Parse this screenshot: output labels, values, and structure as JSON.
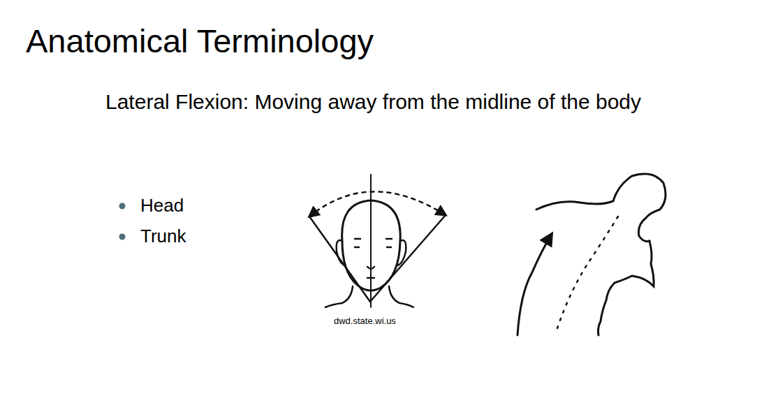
{
  "diagram": {
    "title": "Anatomical Terminology",
    "labels": [
      "Lateral Flexion: Moving away from the midline of the body",
      "Head",
      "Trunk",
      "dwd.state.wi.us"
    ]
  }
}
